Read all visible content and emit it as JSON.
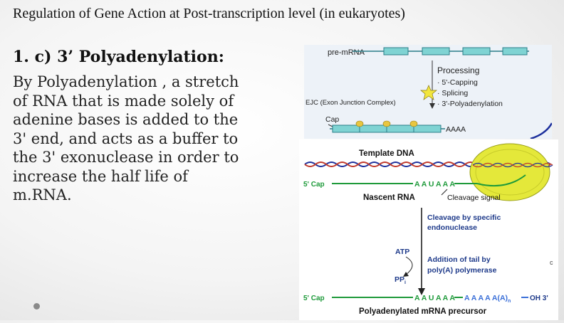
{
  "slide": {
    "title": "Regulation of Gene Action at Post-transcription level (in eukaryotes)",
    "subheading": "1. c) 3’ Polyadenylation:",
    "body_lines": [
      "By Polyadenylation , a stretch",
      "of RNA that is made solely of",
      "adenine bases is added to the",
      "3' end, and acts as a buffer to",
      "the 3' exonuclease in order to",
      "increase the half life of",
      "m.RNA."
    ]
  },
  "processing_figure": {
    "pre_mrna_label": "pre-mRNA",
    "processing_title": "Processing",
    "steps": [
      "· 5'-Capping",
      "· Splicing",
      "· 3'-Polyadenylation"
    ],
    "ejc_label": "EJC (Exon Junction Complex)",
    "cap_label": "Cap",
    "polya_label": "AAAA",
    "colors": {
      "exon": "#7fd3d3",
      "exon_stroke": "#2b7d87",
      "ejc": "#e8c640",
      "star": "#f2e63d"
    }
  },
  "polya_figure": {
    "template_dna_label": "Template DNA",
    "five_cap_1": "5' Cap",
    "seq_1": "A A U A A A",
    "nascent_rna_label": "Nascent RNA",
    "cleavage_signal_label": "Cleavage signal",
    "cleavage_text_1": "Cleavage by specific",
    "cleavage_text_2": "endonuclease",
    "atp_label": "ATP",
    "ppi_label": "PP",
    "ppi_sub": "i",
    "addition_text_1": "Addition of tail by",
    "addition_text_2": "poly(A) polymerase",
    "five_cap_2": "5' Cap",
    "seq_2": "A A U A A A",
    "tail_label": "A A A A A(A)",
    "tail_sub": "n",
    "three_oh": "OH 3'",
    "bottom_label": "Polyadenylated mRNA precursor",
    "corner_glyph": "c",
    "colors": {
      "dna": "#1c2f9c",
      "rna": "#1e9a3a",
      "rna_tail": "#3a6fd8",
      "enzyme": "#e4e83a",
      "cleavage_text": "#1e3a8a"
    }
  }
}
